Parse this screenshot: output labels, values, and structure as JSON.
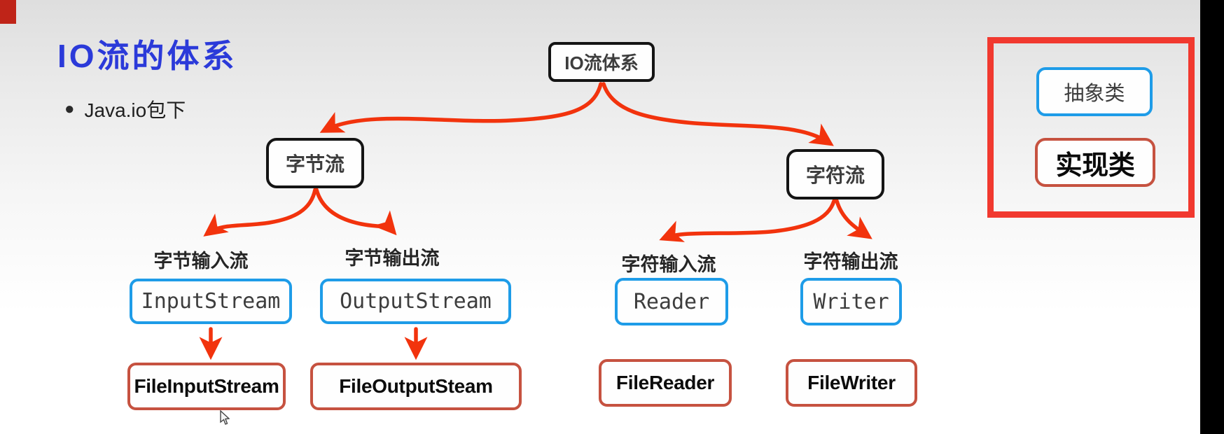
{
  "page": {
    "title": "IO流的体系",
    "bullet_icon": "●",
    "bullet_text": "Java.io包下"
  },
  "tree": {
    "root": {
      "label": "IO流体系"
    },
    "level1": [
      {
        "label": "字节流"
      },
      {
        "label": "字符流"
      }
    ],
    "groups": [
      {
        "category": "字节输入流",
        "abstract": "InputStream",
        "impl": "FileInputStream"
      },
      {
        "category": "字节输出流",
        "abstract": "OutputStream",
        "impl": "FileOutputSteam"
      },
      {
        "category": "字符输入流",
        "abstract": "Reader",
        "impl": "FileReader"
      },
      {
        "category": "字符输出流",
        "abstract": "Writer",
        "impl": "FileWriter"
      }
    ]
  },
  "legend": {
    "abstract_label": "抽象类",
    "impl_label": "实现类"
  },
  "colors": {
    "arrow_red": "#f2330d",
    "abstract_blue_border": "#1e9ce8",
    "impl_orange_border": "#c65240",
    "legend_frame_red": "#f1392f",
    "node_black_border": "#141414",
    "title_blue": "#2b3ad9",
    "corner_red": "#bf2418",
    "right_bar_black": "#000000"
  }
}
